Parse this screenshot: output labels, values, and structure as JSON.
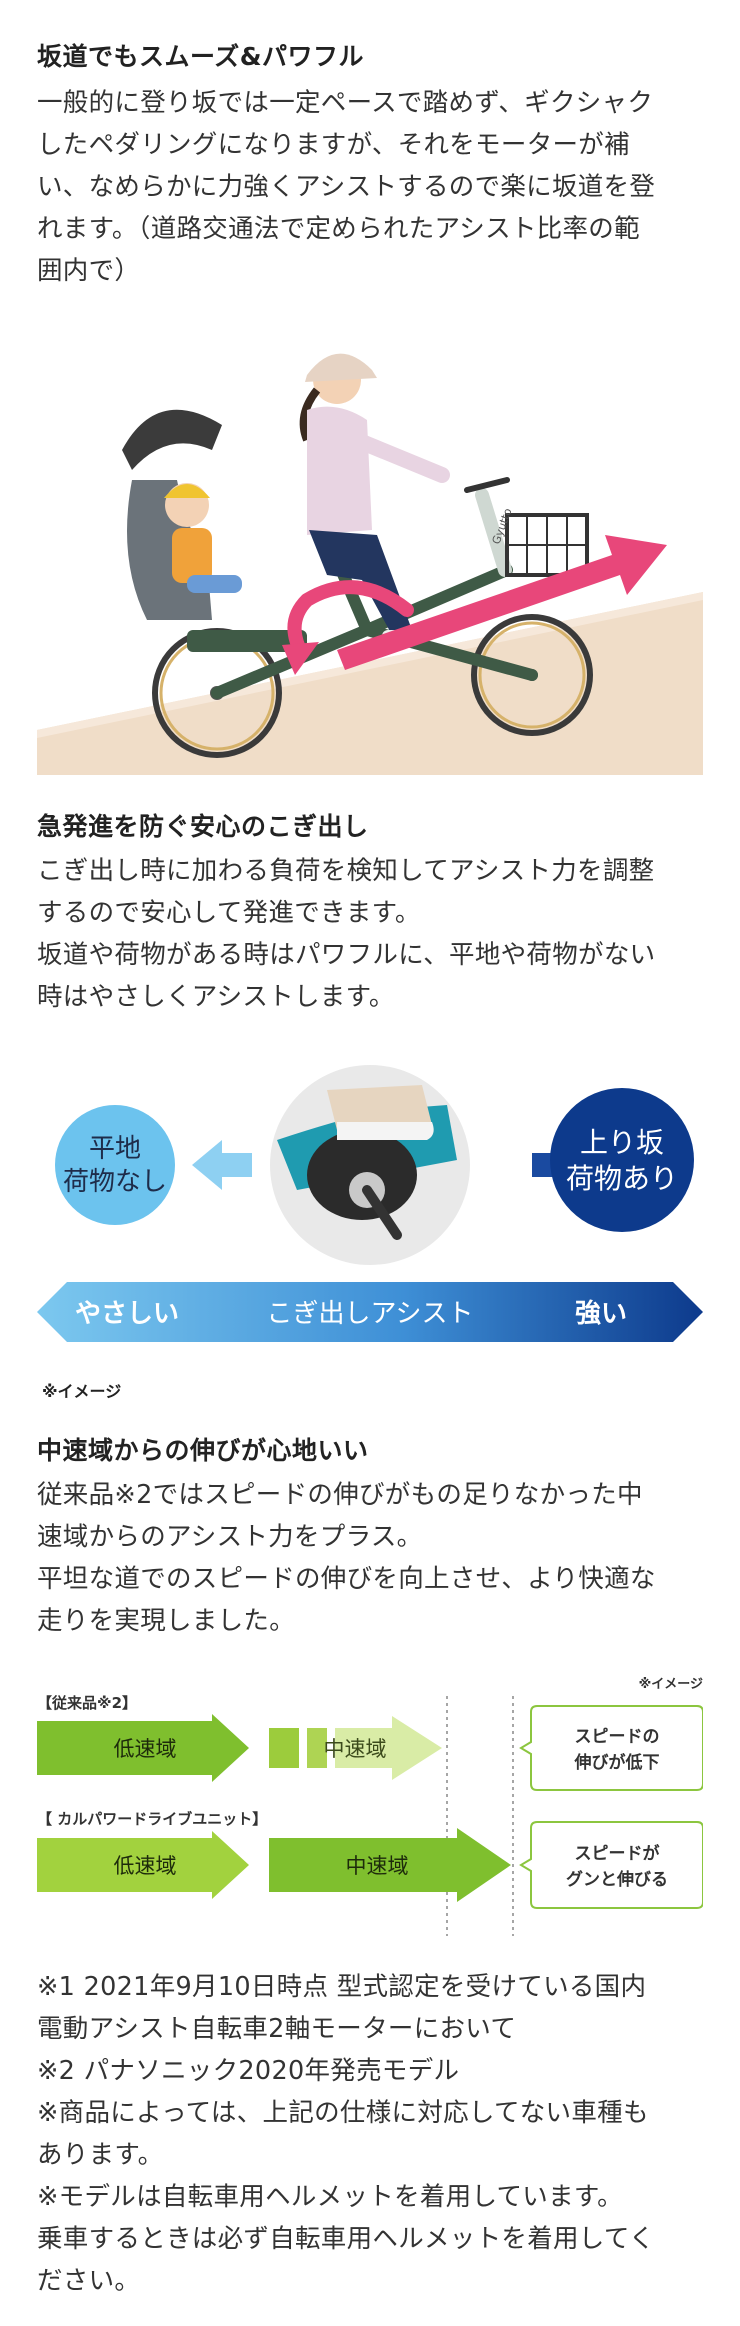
{
  "section1": {
    "heading": "坂道でもスムーズ&パワフル",
    "lines": [
      "一般的に登り坂では一定ペースで踏めず、ギクシャク",
      "したペダリングになりますが、それをモーターが補",
      "い、なめらかに力強くアシストするので楽に坂道を登",
      "れます。（道路交通法で定められたアシスト比率の範",
      "囲内で）"
    ],
    "photo_brand": "Gyutto"
  },
  "section2": {
    "heading": "急発進を防ぐ安心のこぎ出し",
    "lines": [
      "こぎ出し時に加わる負荷を検知してアシスト力を調整",
      "するので安心して発進できます。",
      "坂道や荷物がある時はパワフルに、平地や荷物がない",
      "時はやさしくアシストします。"
    ],
    "left_circle": [
      "平地",
      "荷物なし"
    ],
    "right_circle": [
      "上り坂",
      "荷物あり"
    ],
    "bar_left": "やさしい",
    "bar_center": "こぎ出しアシスト",
    "bar_right": "強い",
    "note": "※イメージ"
  },
  "section3": {
    "heading": "中速域からの伸びが心地いい",
    "lines": [
      "従来品※2ではスピードの伸びがもの足りなかった中",
      "速域からのアシスト力をプラス。",
      "平坦な道でのスピードの伸びを向上させ、より快適な",
      "走りを実現しました。"
    ],
    "note": "※イメージ",
    "row1_label": "【従来品※2】",
    "row2_label": "【 カルパワードライブユニット】",
    "low_label": "低速域",
    "mid_label": "中速域",
    "box1": [
      "スピードの",
      "伸びが低下"
    ],
    "box2": [
      "スピードが",
      "グンと伸びる"
    ]
  },
  "footnotes": [
    "※1 2021年9月10日時点 型式認定を受けている国内",
    "電動アシスト自転車2軸モーターにおいて",
    "※2 パナソニック2020年発売モデル",
    "※商品によっては、上記の仕様に対応してない車種も",
    "あります。",
    "※モデルは自転車用ヘルメットを着用しています。",
    "乗車するときは必ず自転車用ヘルメットを着用してく",
    "ださい。"
  ],
  "colors": {
    "pink_arrow": "#e8477a",
    "blue_dark": "#0d3a8c",
    "blue_light": "#6cc3ee",
    "green_dark": "#7fbf2e",
    "green_light": "#b6dc5c",
    "floor": "#f0ddc8"
  }
}
